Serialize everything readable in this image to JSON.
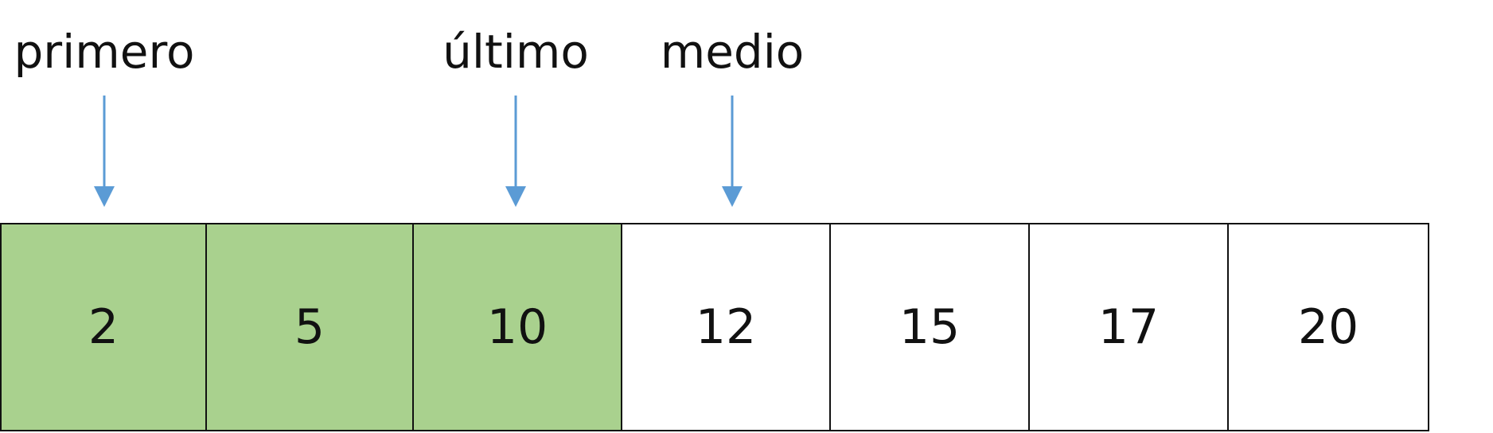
{
  "pointers": [
    {
      "id": "primero",
      "label": "primero",
      "target_index": 0
    },
    {
      "id": "ultimo",
      "label": "último",
      "target_index": 2
    },
    {
      "id": "medio",
      "label": "medio",
      "target_index": 3
    }
  ],
  "array": [
    {
      "value": "2",
      "state": "active"
    },
    {
      "value": "5",
      "state": "active"
    },
    {
      "value": "10",
      "state": "active"
    },
    {
      "value": "12",
      "state": "inactive"
    },
    {
      "value": "15",
      "state": "inactive"
    },
    {
      "value": "17",
      "state": "inactive"
    },
    {
      "value": "20",
      "state": "inactive"
    }
  ],
  "colors": {
    "active_fill": "#a9d18e",
    "inactive_fill": "#ffffff",
    "arrow": "#5b9bd5",
    "border": "#111111"
  }
}
